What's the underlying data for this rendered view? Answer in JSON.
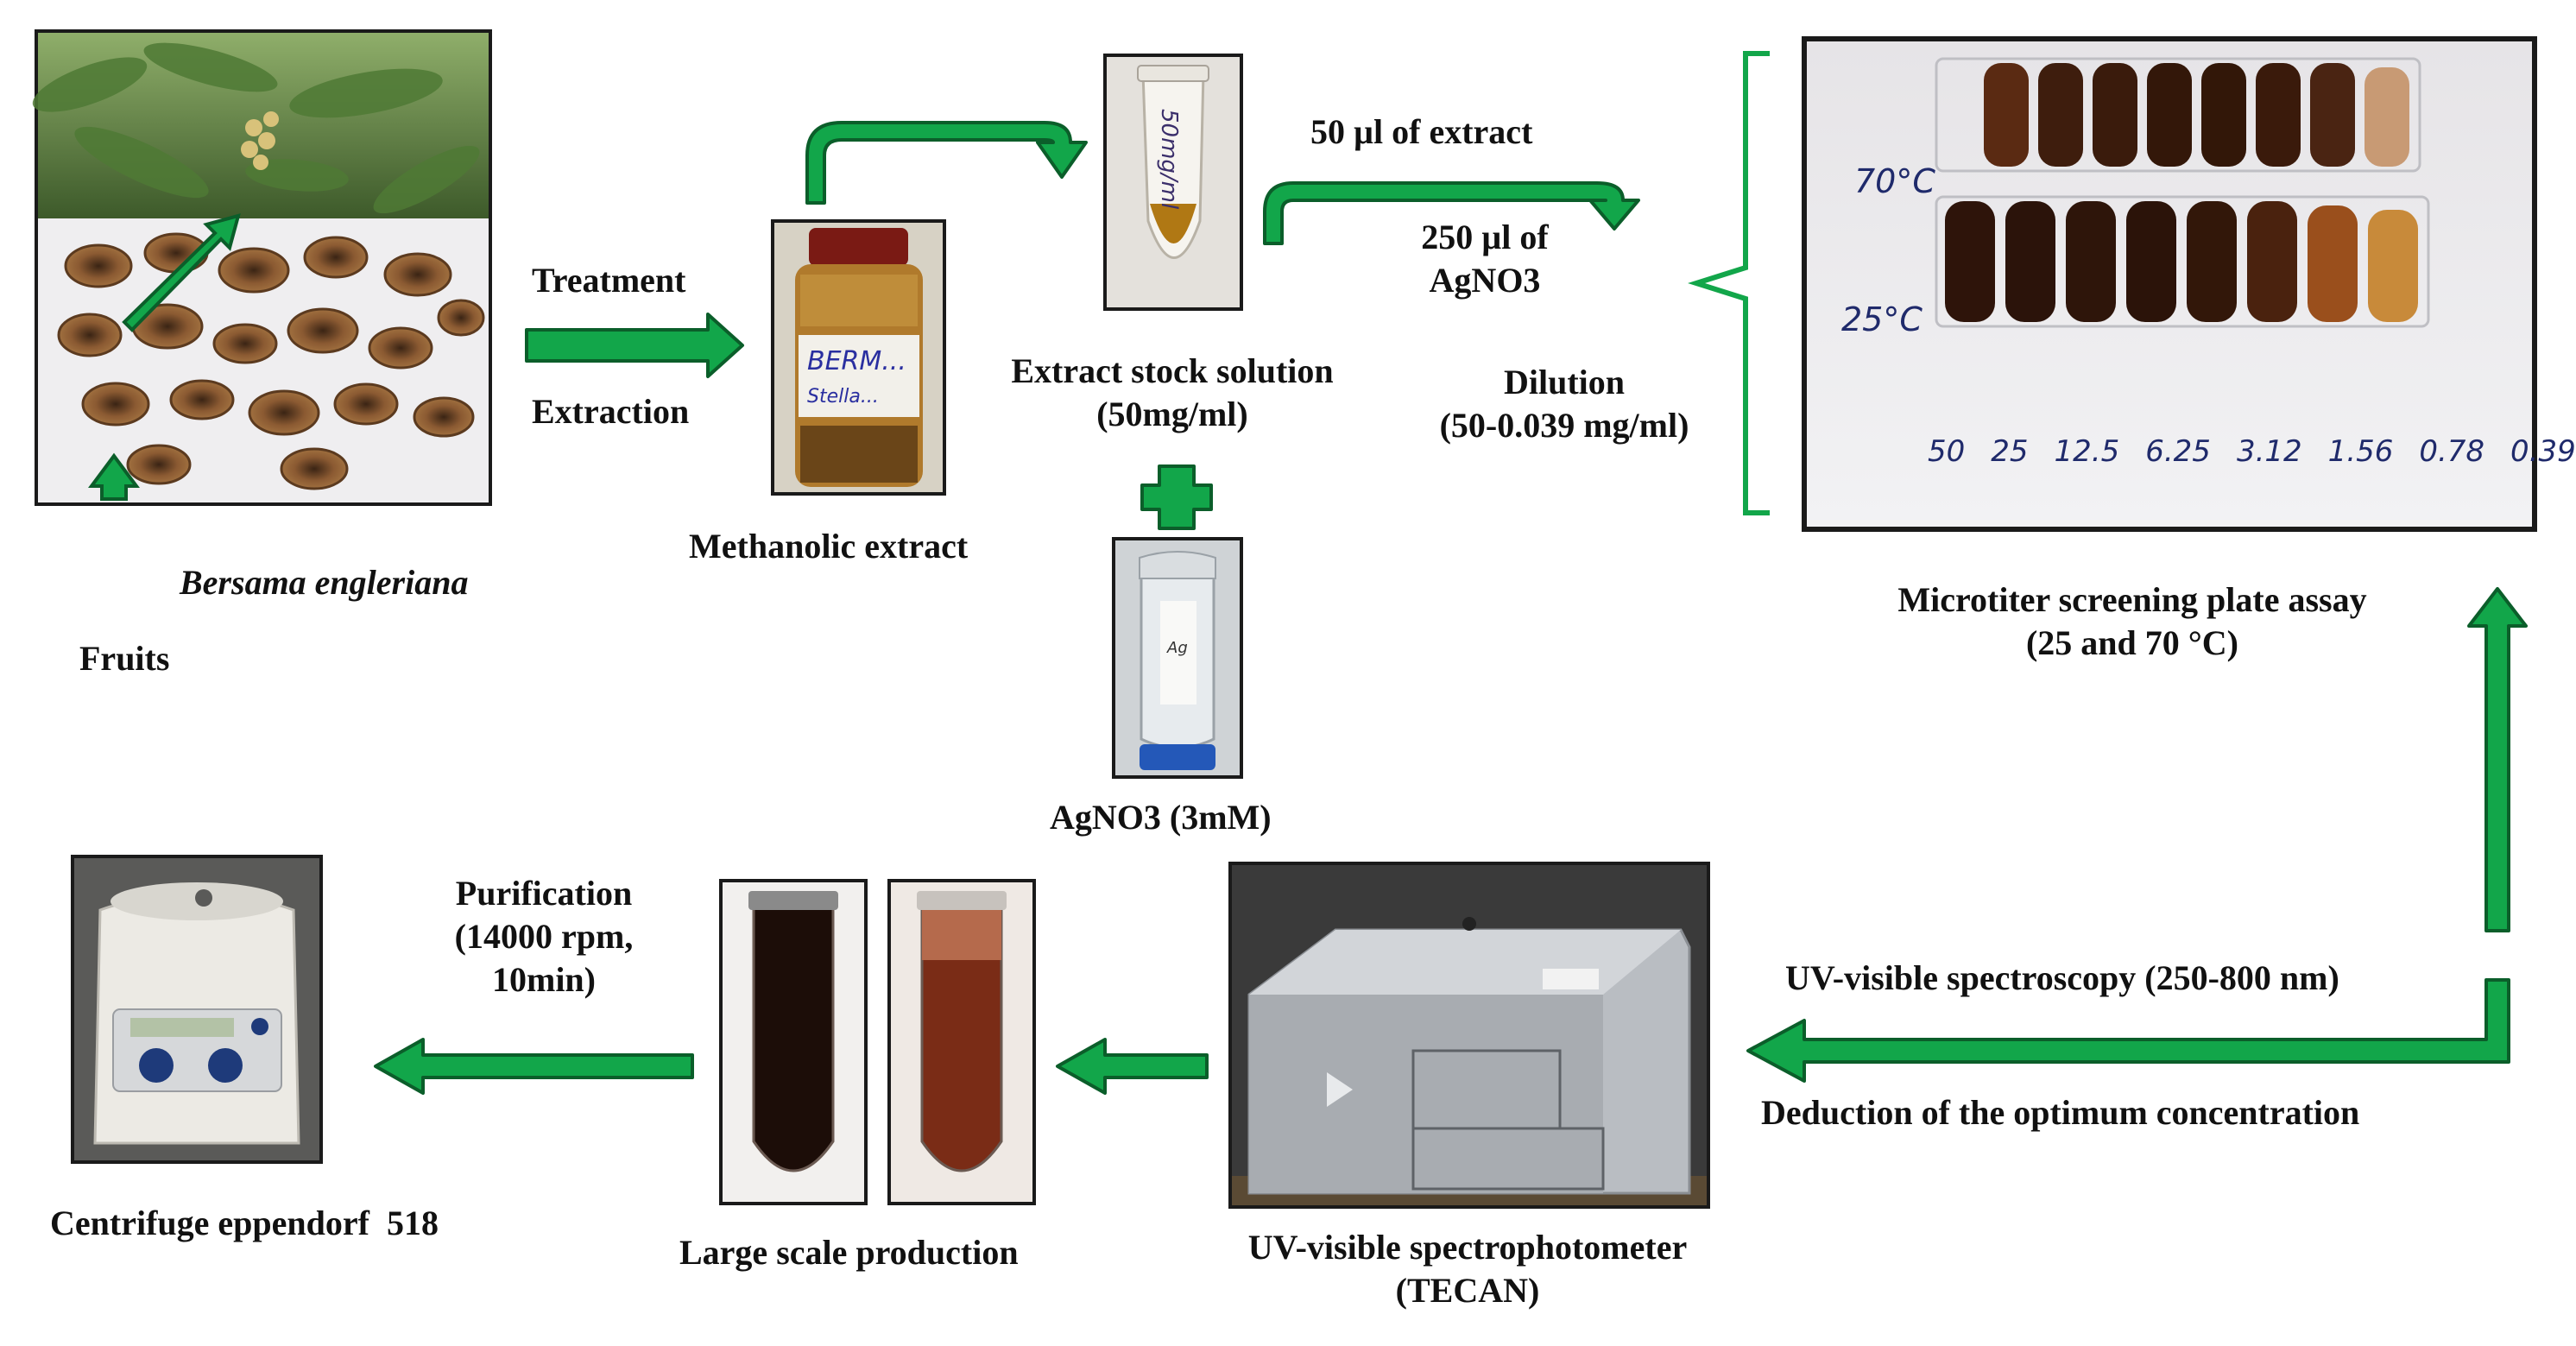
{
  "colors": {
    "arrow": "#12a64a",
    "arrow_border": "#0b5e2a",
    "text": "#111111"
  },
  "fruits": {
    "species": "Bersama engleriana",
    "label": "Fruits"
  },
  "treatment": {
    "line1": "Treatment",
    "line2": "Extraction"
  },
  "methanolic": {
    "label": "Methanolic extract",
    "jar_text": "BERM...",
    "jar_text2": "Stella..."
  },
  "stock": {
    "line1": "Extract stock solution",
    "line2": "(50mg/ml)",
    "tube_text": "50mg/ml"
  },
  "agno3": {
    "label": "AgNO3 (3mM)"
  },
  "mix": {
    "line1": "50 µl of extract",
    "line2": "250 µl of",
    "line3": "AgNO3"
  },
  "dilution": {
    "line1": "Dilution",
    "line2": "(50-0.039 mg/ml)"
  },
  "plate": {
    "temp_high": "70°C",
    "temp_low": "25°C",
    "concentrations": [
      "50",
      "25",
      "12.5",
      "6.25",
      "3.12",
      "1.56",
      "0.78",
      "0.39"
    ],
    "caption_line1": "Microtiter screening plate assay",
    "caption_line2": "(25 and 70 °C)"
  },
  "uv": {
    "spectroscopy": "UV-visible spectroscopy (250-800 nm)",
    "deduction": "Deduction of the optimum concentration",
    "instrument_line1": "UV-visible spectrophotometer",
    "instrument_line2": "(TECAN)"
  },
  "large_scale": {
    "label": "Large scale production"
  },
  "purification": {
    "line1": "Purification",
    "line2": "(14000 rpm,",
    "line3": "10min)"
  },
  "centrifuge": {
    "label": "Centrifuge eppendorf  518"
  }
}
